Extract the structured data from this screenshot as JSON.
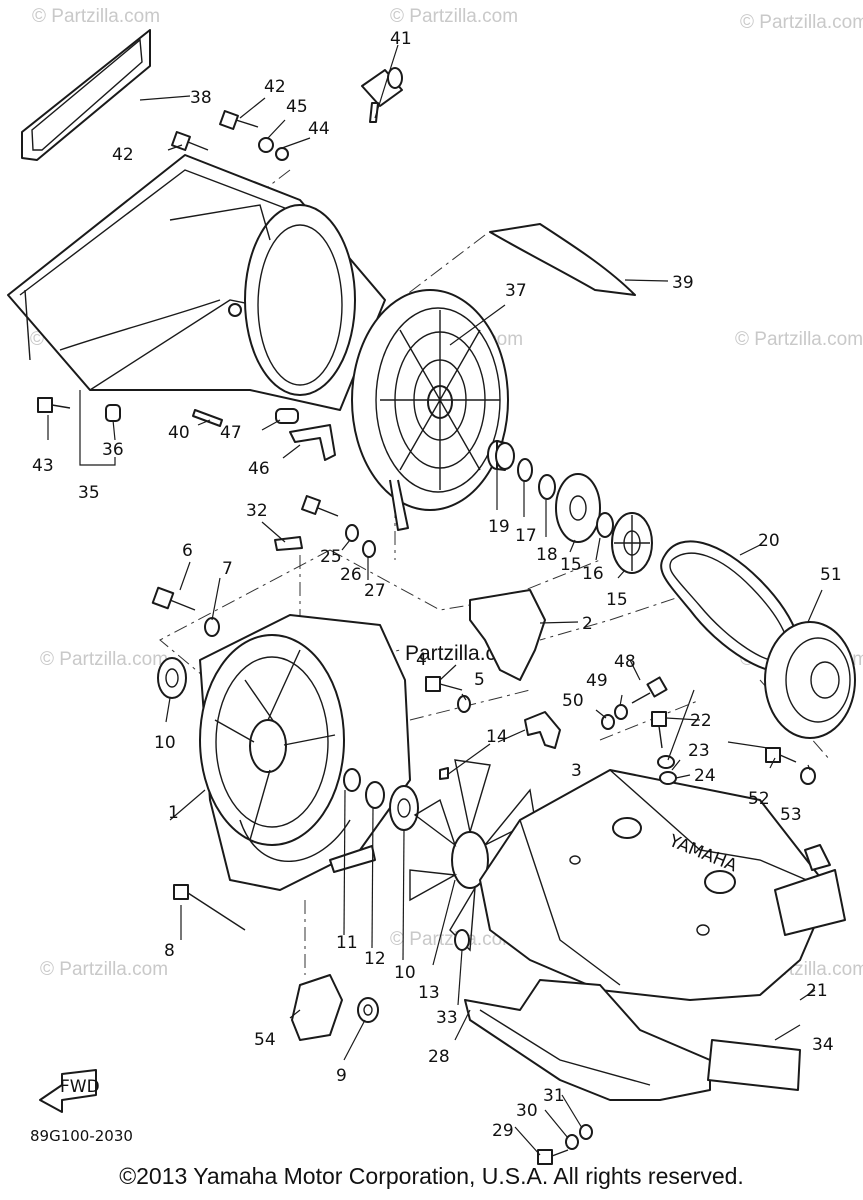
{
  "diagram": {
    "code": "89G100-2030",
    "copyright": "©2013 Yamaha Motor Corporation, U.S.A. All rights reserved.",
    "watermark": "© Partzilla.com",
    "inline_watermark": "Partzilla.com",
    "fwd_label": "FWD",
    "housing_brand": "YAMAHA",
    "part_numbers": [
      "1",
      "2",
      "3",
      "4",
      "5",
      "6",
      "7",
      "8",
      "9",
      "10",
      "11",
      "12",
      "13",
      "14",
      "15",
      "16",
      "17",
      "18",
      "19",
      "20",
      "21",
      "22",
      "23",
      "24",
      "25",
      "26",
      "27",
      "28",
      "29",
      "30",
      "31",
      "32",
      "33",
      "34",
      "35",
      "36",
      "37",
      "38",
      "39",
      "40",
      "41",
      "42",
      "43",
      "44",
      "45",
      "46",
      "47",
      "48",
      "49",
      "50",
      "51",
      "52",
      "53",
      "54"
    ]
  }
}
